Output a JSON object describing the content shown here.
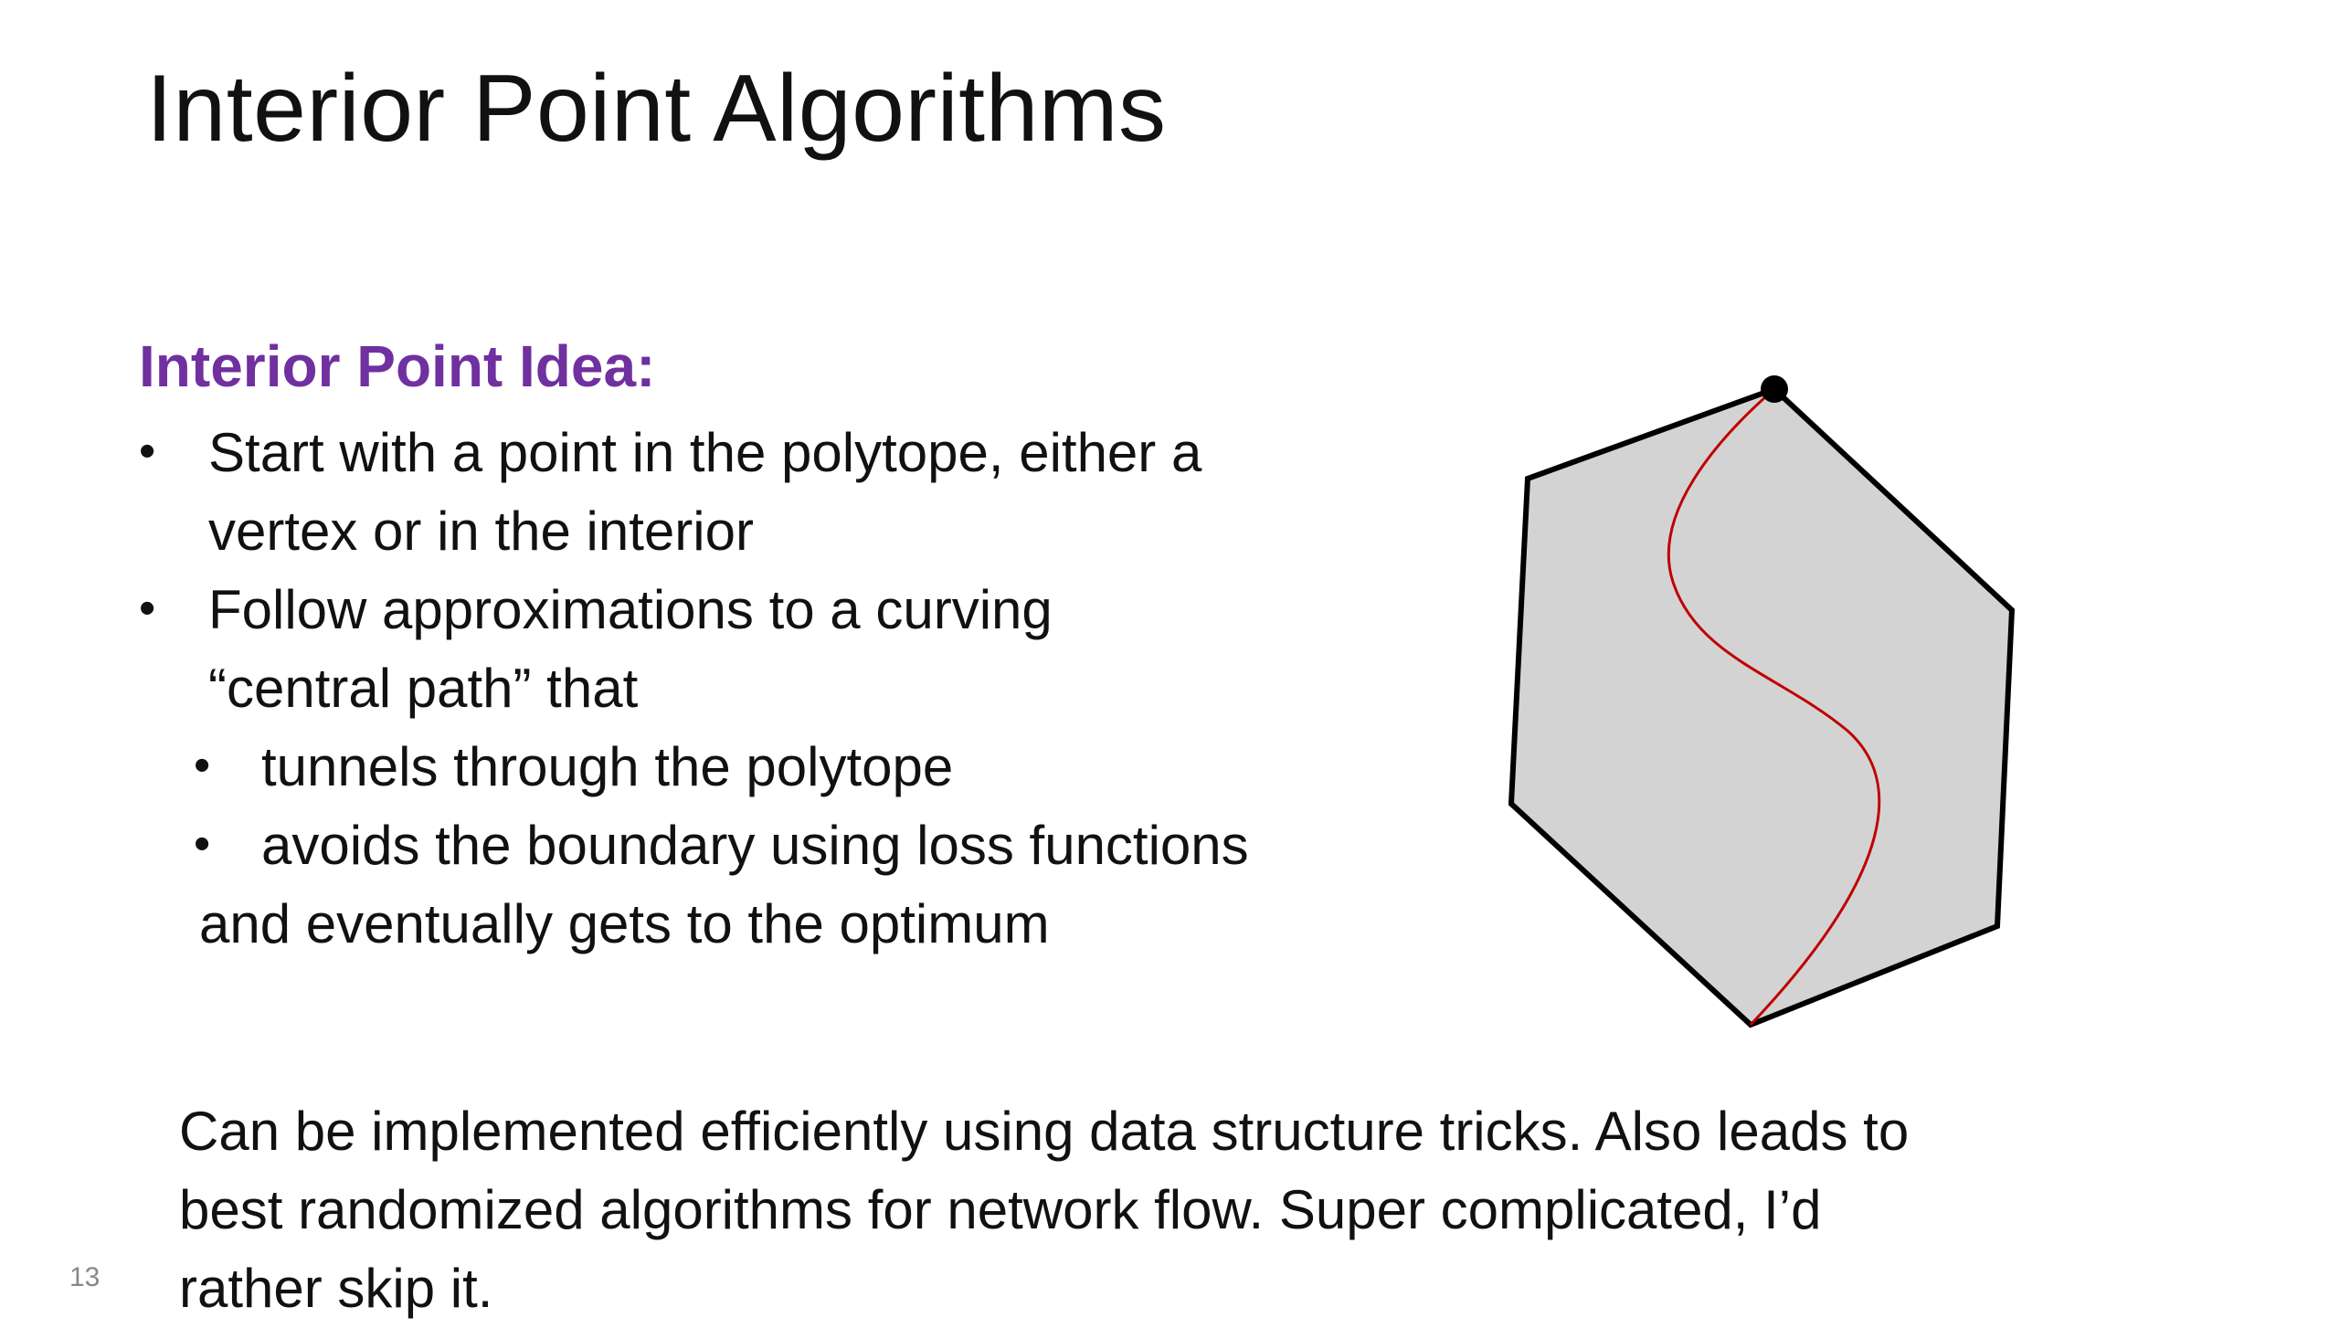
{
  "slide": {
    "title": "Interior Point Algorithms",
    "idea_heading": "Interior Point Idea:",
    "bullets": [
      {
        "lines": [
          "Start with a point in the polytope, either a",
          "vertex or in the interior"
        ]
      },
      {
        "lines": [
          "Follow approximations to a curving",
          "“central path” that"
        ],
        "sub_bullets": [
          "tunnels through the polytope",
          "avoids the boundary using loss functions"
        ],
        "tail": "and eventually gets to the optimum"
      }
    ],
    "footer_lines": [
      "Can be implemented efficiently using data structure tricks.  Also leads to",
      "best randomized algorithms for network flow.   Super complicated, I’d",
      "rather skip it."
    ],
    "page_number": "13"
  },
  "colors": {
    "heading_accent": "#7030a0",
    "polytope_fill": "#d3d3d3",
    "polytope_stroke": "#000000",
    "central_path": "#c00000"
  },
  "icons": {
    "bullet": "bullet-dot-icon",
    "vertex": "optimum-vertex-dot-icon"
  }
}
